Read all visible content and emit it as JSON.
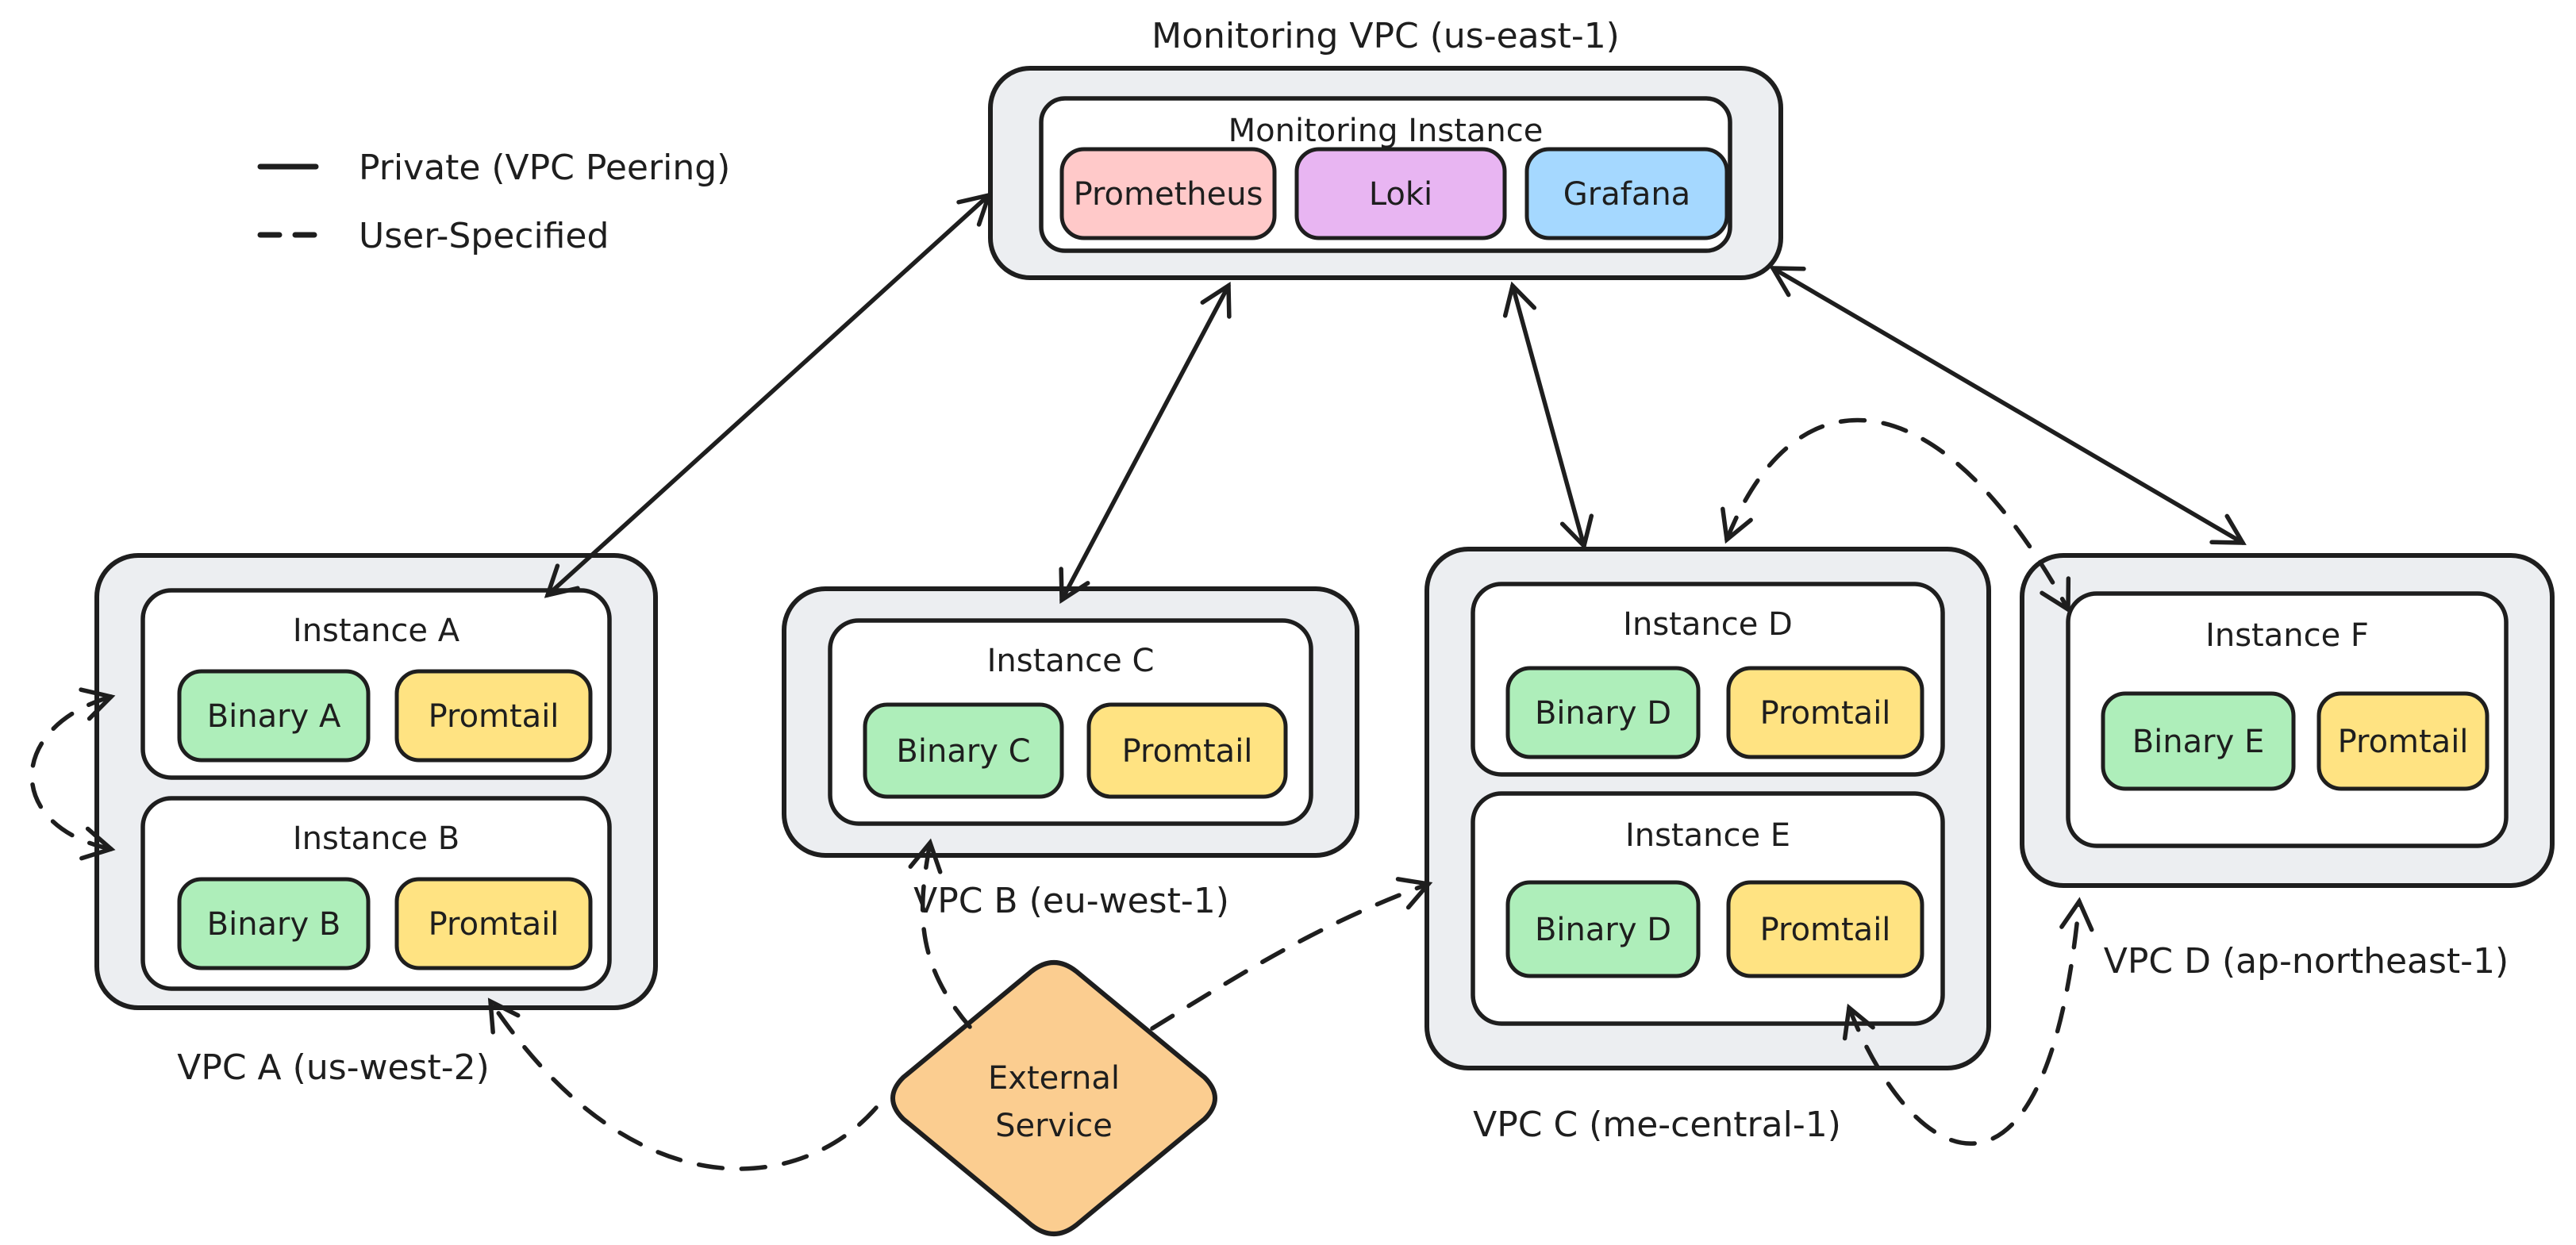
{
  "legend": {
    "items": [
      {
        "label": "Private (VPC Peering)",
        "line_style": "solid"
      },
      {
        "label": "User-Specified",
        "line_style": "dashed"
      }
    ]
  },
  "monitoring_vpc": {
    "title": "Monitoring VPC (us-east-1)",
    "instance": {
      "title": "Monitoring Instance",
      "components": [
        {
          "label": "Prometheus",
          "color": "#ffc9c9"
        },
        {
          "label": "Loki",
          "color": "#e8b5f2"
        },
        {
          "label": "Grafana",
          "color": "#a5d8ff"
        }
      ]
    }
  },
  "vpcs": [
    {
      "title": "VPC A (us-west-2)",
      "instances": [
        {
          "title": "Instance A",
          "components": [
            {
              "label": "Binary A",
              "color": "#aeeeba"
            },
            {
              "label": "Promtail",
              "color": "#ffe382"
            }
          ]
        },
        {
          "title": "Instance B",
          "components": [
            {
              "label": "Binary B",
              "color": "#aeeeba"
            },
            {
              "label": "Promtail",
              "color": "#ffe382"
            }
          ]
        }
      ]
    },
    {
      "title": "VPC B (eu-west-1)",
      "instances": [
        {
          "title": "Instance C",
          "components": [
            {
              "label": "Binary C",
              "color": "#aeeeba"
            },
            {
              "label": "Promtail",
              "color": "#ffe382"
            }
          ]
        }
      ]
    },
    {
      "title": "VPC C (me-central-1)",
      "instances": [
        {
          "title": "Instance D",
          "components": [
            {
              "label": "Binary D",
              "color": "#aeeeba"
            },
            {
              "label": "Promtail",
              "color": "#ffe382"
            }
          ]
        },
        {
          "title": "Instance E",
          "components": [
            {
              "label": "Binary D",
              "color": "#aeeeba"
            },
            {
              "label": "Promtail",
              "color": "#ffe382"
            }
          ]
        }
      ]
    },
    {
      "title": "VPC D (ap-northeast-1)",
      "instances": [
        {
          "title": "Instance F",
          "components": [
            {
              "label": "Binary E",
              "color": "#aeeeba"
            },
            {
              "label": "Promtail",
              "color": "#ffe382"
            }
          ]
        }
      ]
    }
  ],
  "external_service": {
    "name": "External Service",
    "line1": "External",
    "line2": "Service",
    "color": "#fbcd90"
  },
  "connections": [
    {
      "from": "Monitoring Instance",
      "to": "VPC A",
      "type": "Private (VPC Peering)",
      "bidirectional": true
    },
    {
      "from": "Monitoring Instance",
      "to": "VPC B",
      "type": "Private (VPC Peering)",
      "bidirectional": true
    },
    {
      "from": "Monitoring Instance",
      "to": "VPC C",
      "type": "Private (VPC Peering)",
      "bidirectional": true
    },
    {
      "from": "Monitoring Instance",
      "to": "VPC D",
      "type": "Private (VPC Peering)",
      "bidirectional": true
    },
    {
      "from": "Instance A",
      "to": "Instance B",
      "type": "User-Specified",
      "bidirectional": true
    },
    {
      "from": "External Service",
      "to": "Instance B",
      "type": "User-Specified",
      "bidirectional": false
    },
    {
      "from": "External Service",
      "to": "Instance C",
      "type": "User-Specified",
      "bidirectional": false
    },
    {
      "from": "External Service",
      "to": "Instance E",
      "type": "User-Specified",
      "bidirectional": false
    },
    {
      "from": "Instance D",
      "to": "Instance F",
      "type": "User-Specified",
      "bidirectional": true
    },
    {
      "from": "Instance E",
      "to": "Instance F",
      "type": "User-Specified",
      "bidirectional": true
    }
  ],
  "colors": {
    "stroke": "#1e1e1e",
    "vpc_fill": "#eceef1",
    "instance_fill": "#ffffff",
    "background": "#ffffff"
  }
}
